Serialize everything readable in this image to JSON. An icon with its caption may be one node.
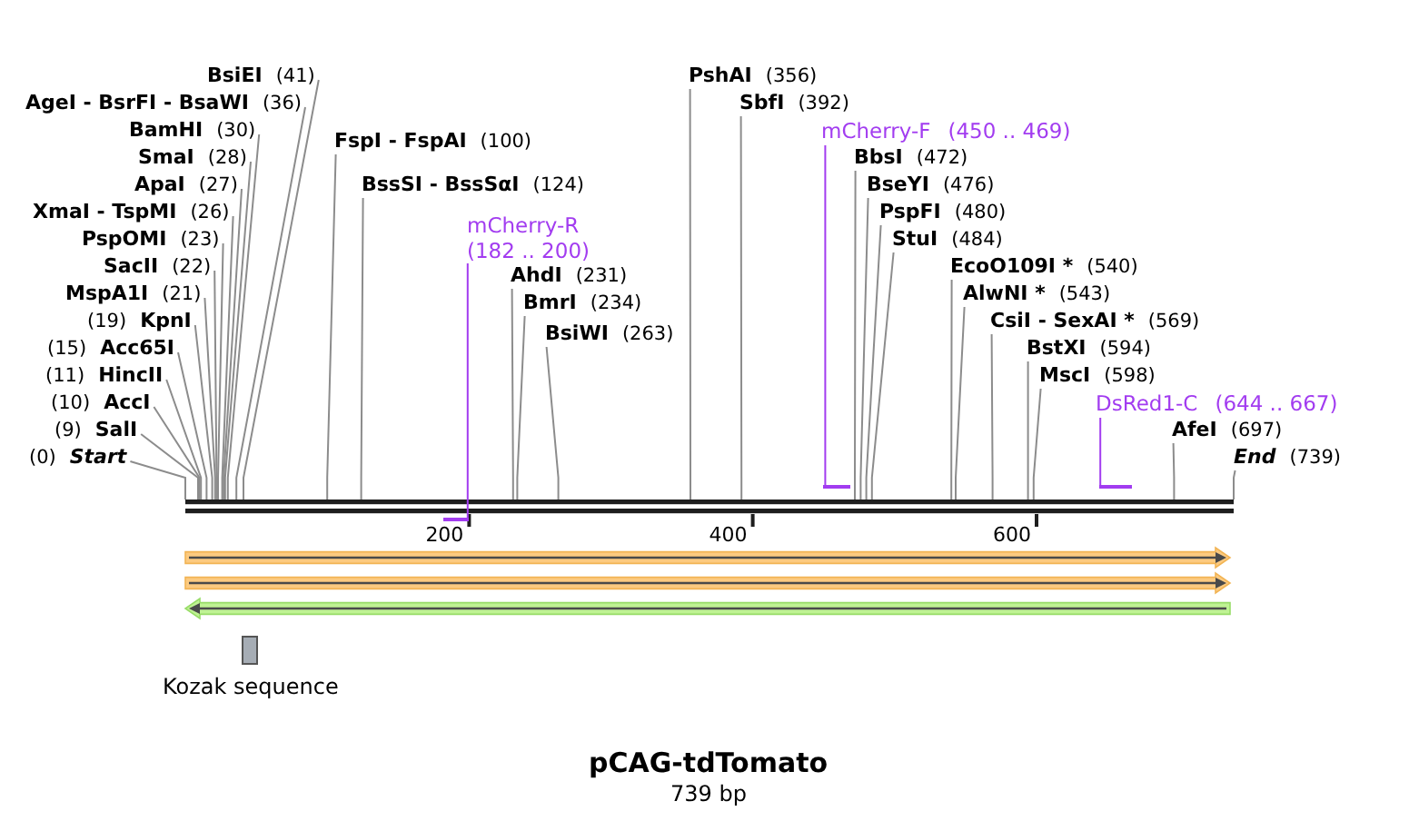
{
  "diagram": {
    "title": "pCAG-tdTomato",
    "caption": "739 bp",
    "nodes": [
      {
        "text": [
          "(0)",
          "Start"
        ]
      },
      {
        "text": [
          "(9)",
          "SalI"
        ]
      },
      {
        "text": [
          "(10)",
          "AccI"
        ]
      },
      {
        "text": [
          "(11)",
          "HincII"
        ]
      },
      {
        "text": [
          "(15)",
          "Acc65I"
        ]
      },
      {
        "text": [
          "(19)",
          "KpnI"
        ]
      },
      {
        "text": [
          "MspA1I",
          "(21)"
        ]
      },
      {
        "text": [
          "SacII",
          "(22)"
        ]
      },
      {
        "text": [
          "PspOMI",
          "(23)"
        ]
      },
      {
        "text": [
          "XmaI - TspMI",
          "(26)"
        ]
      },
      {
        "text": [
          "ApaI",
          "(27)"
        ]
      },
      {
        "text": [
          "SmaI",
          "(28)"
        ]
      },
      {
        "text": [
          "BamHI",
          "(30)"
        ]
      },
      {
        "text": [
          "AgeI - BsrFI - BsaWI",
          "(36)"
        ]
      },
      {
        "text": [
          "BsiEI",
          "(41)"
        ]
      },
      {
        "text": [
          "FspI - FspAI",
          "(100)"
        ]
      },
      {
        "text": [
          "BssSI - BssSαI",
          "(124)"
        ]
      },
      {
        "text": [
          "mCherry-R",
          "(182 .. 200)"
        ]
      },
      {
        "text": [],
        "shape": "bar"
      },
      {
        "text": [
          "AhdI",
          "(231)"
        ]
      },
      {
        "text": [
          "BmrI",
          "(234)"
        ]
      },
      {
        "text": [
          "BsiWI",
          "(263)"
        ]
      },
      {
        "text": [
          "PshAI",
          "(356)"
        ]
      },
      {
        "text": [
          "SbfI",
          "(392)"
        ]
      },
      {
        "text": [
          "mCherry-F",
          "(450 .. 469)"
        ]
      },
      {
        "text": [],
        "shape": "bar"
      },
      {
        "text": [
          "BbsI",
          "(472)"
        ]
      },
      {
        "text": [
          "BseYI",
          "(476)"
        ]
      },
      {
        "text": [
          "PspFI",
          "(480)"
        ]
      },
      {
        "text": [
          "StuI",
          "(484)"
        ]
      },
      {
        "text": [
          "EcoO109I *",
          "(540)"
        ]
      },
      {
        "text": [
          "AlwNI *",
          "(543)"
        ]
      },
      {
        "text": [
          "CsiI - SexAI *",
          "(569)"
        ]
      },
      {
        "text": [
          "BstXI",
          "(594)"
        ]
      },
      {
        "text": [
          "MscI",
          "(598)"
        ]
      },
      {
        "text": [
          "DsRed1-C",
          "(644 .. 667)"
        ]
      },
      {
        "text": [],
        "shape": "bar"
      },
      {
        "text": [
          "AfeI",
          "(697)"
        ]
      },
      {
        "text": [
          "End",
          "(739)"
        ]
      },
      {
        "text": [],
        "shape": "bar"
      },
      {
        "text": [
          "Kozak sequence"
        ]
      }
    ],
    "edges": [
      {
        "from": 0,
        "to": 39,
        "arrow": "none"
      },
      {
        "from": 1,
        "to": 39,
        "arrow": "none"
      },
      {
        "from": 2,
        "to": 39,
        "arrow": "none"
      },
      {
        "from": 3,
        "to": 39,
        "arrow": "none"
      },
      {
        "from": 4,
        "to": 39,
        "arrow": "none"
      },
      {
        "from": 5,
        "to": 39,
        "arrow": "none"
      },
      {
        "from": 6,
        "to": 39,
        "arrow": "none"
      },
      {
        "from": 7,
        "to": 39,
        "arrow": "none"
      },
      {
        "from": 8,
        "to": 39,
        "arrow": "none"
      },
      {
        "from": 9,
        "to": 39,
        "arrow": "none"
      },
      {
        "from": 10,
        "to": 39,
        "arrow": "none"
      },
      {
        "from": 11,
        "to": 39,
        "arrow": "none"
      },
      {
        "from": 12,
        "to": 39,
        "arrow": "none"
      },
      {
        "from": 13,
        "to": 39,
        "arrow": "none"
      },
      {
        "from": 14,
        "to": 39,
        "arrow": "none"
      },
      {
        "from": 15,
        "to": 39,
        "arrow": "none"
      },
      {
        "from": 16,
        "to": 39,
        "arrow": "none"
      },
      {
        "from": 17,
        "to": 18,
        "arrow": "none",
        "color": "#a23cf0"
      },
      {
        "from": 19,
        "to": 39,
        "arrow": "none"
      },
      {
        "from": 20,
        "to": 39,
        "arrow": "none"
      },
      {
        "from": 21,
        "to": 39,
        "arrow": "none"
      },
      {
        "from": 22,
        "to": 39,
        "arrow": "none"
      },
      {
        "from": 23,
        "to": 39,
        "arrow": "none"
      },
      {
        "from": 24,
        "to": 25,
        "arrow": "none",
        "color": "#a23cf0"
      },
      {
        "from": 26,
        "to": 39,
        "arrow": "none"
      },
      {
        "from": 27,
        "to": 39,
        "arrow": "none"
      },
      {
        "from": 28,
        "to": 39,
        "arrow": "none"
      },
      {
        "from": 29,
        "to": 39,
        "arrow": "none"
      },
      {
        "from": 30,
        "to": 39,
        "arrow": "none"
      },
      {
        "from": 31,
        "to": 39,
        "arrow": "none"
      },
      {
        "from": 32,
        "to": 39,
        "arrow": "none"
      },
      {
        "from": 33,
        "to": 39,
        "arrow": "none"
      },
      {
        "from": 34,
        "to": 39,
        "arrow": "none"
      },
      {
        "from": 35,
        "to": 36,
        "arrow": "none",
        "color": "#a23cf0"
      },
      {
        "from": 37,
        "to": 39,
        "arrow": "none"
      },
      {
        "from": 38,
        "to": 39,
        "arrow": "none"
      }
    ],
    "labels": [
      "200",
      "400",
      "600"
    ]
  }
}
